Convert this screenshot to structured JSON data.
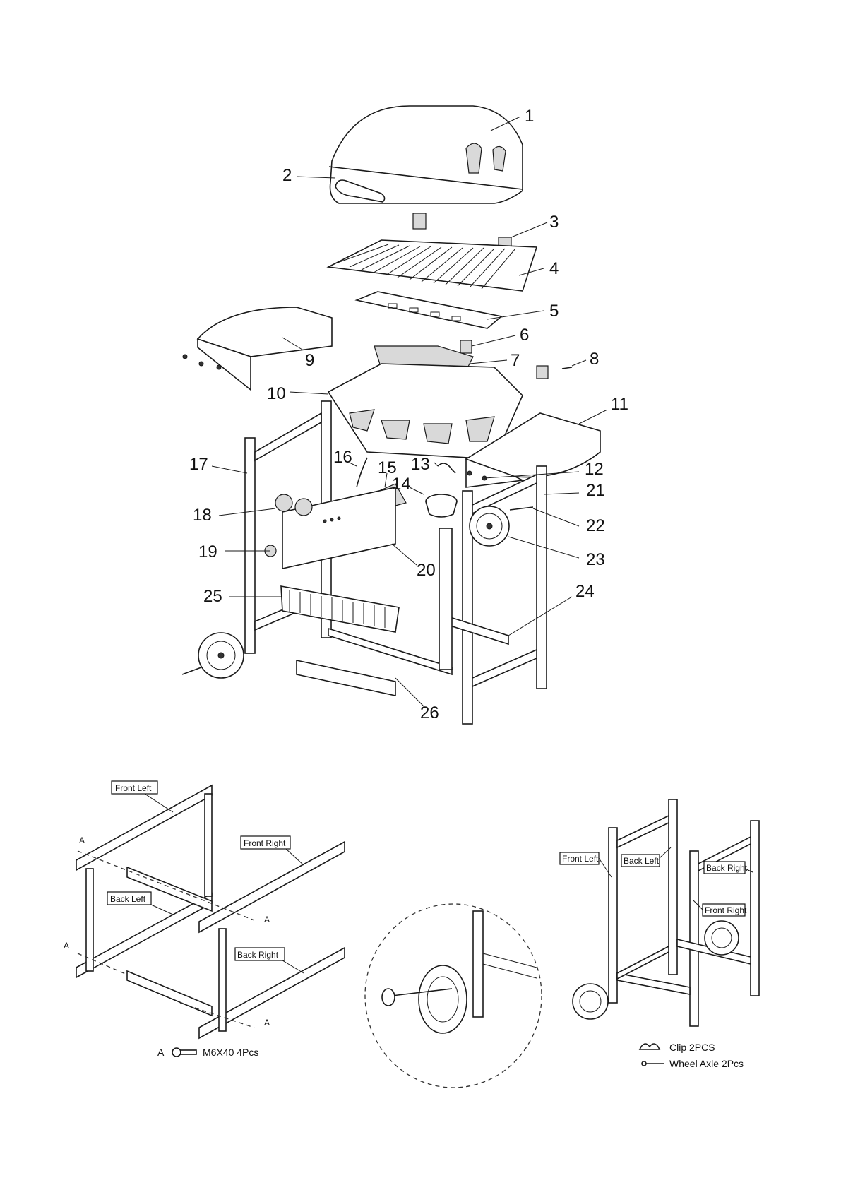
{
  "callouts": [
    "1",
    "2",
    "3",
    "4",
    "5",
    "6",
    "7",
    "8",
    "9",
    "10",
    "11",
    "12",
    "13",
    "14",
    "15",
    "16",
    "17",
    "18",
    "19",
    "20",
    "21",
    "22",
    "23",
    "24",
    "25",
    "26"
  ],
  "frame_labels": {
    "front_left": "Front  Left",
    "front_right": "Front  Right",
    "back_left": "Back  Left",
    "back_right": "Back  Right"
  },
  "bolt_marker": "A",
  "bolt_note": "M6X40  4Pcs",
  "legend": {
    "clip": "Clip 2PCS",
    "axle": "Wheel Axle 2Pcs"
  }
}
